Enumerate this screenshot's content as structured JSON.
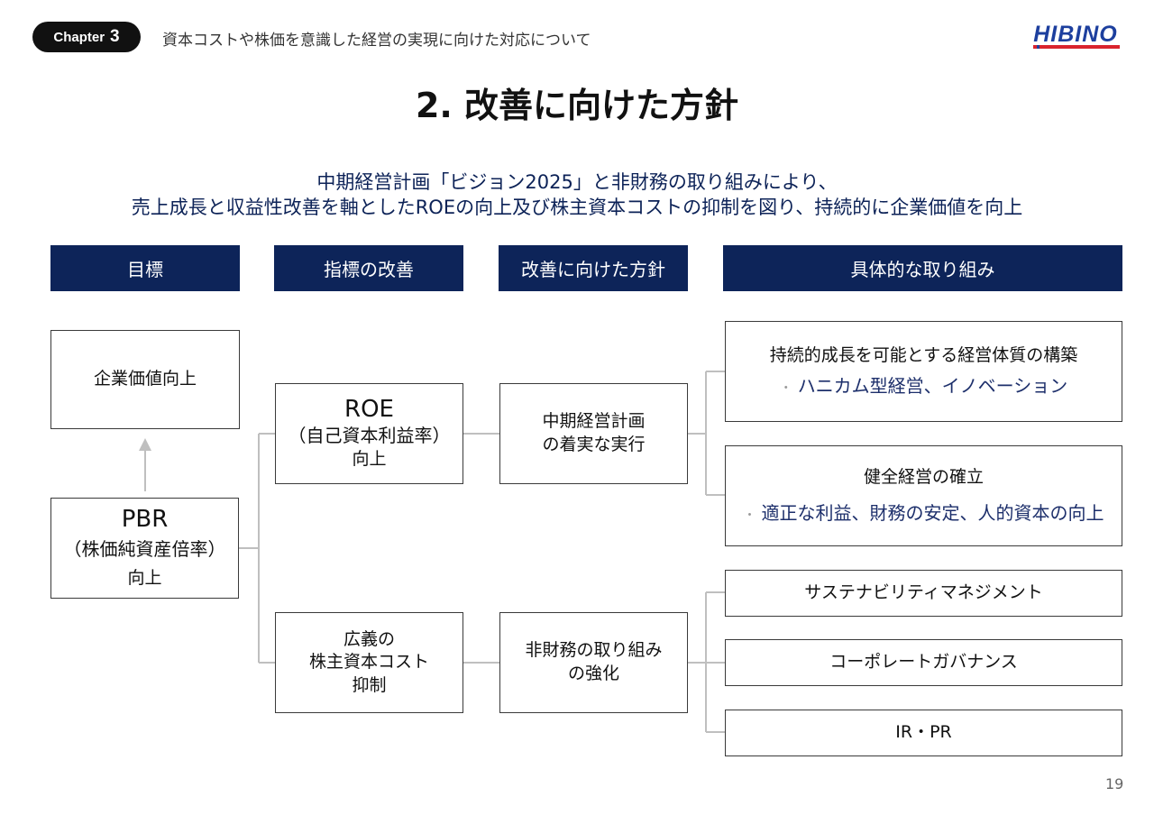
{
  "header": {
    "chapter_label": "Chapter",
    "chapter_number": "3",
    "chapter_title": "資本コストや株価を意識した経営の実現に向けた対応について",
    "logo_text": "HIBINO",
    "logo_color": "#1d3f9e",
    "logo_accent_color": "#d9232d"
  },
  "title": "2.  改善に向けた方針",
  "lead": {
    "line1": "中期経営計画「ビジョン2025」と非財務の取り組みにより、",
    "line2": "売上成長と収益性改善を軸としたROEの向上及び株主資本コストの抑制を図り、持続的に企業価値を向上"
  },
  "columns": {
    "goal": "目標",
    "indicator": "指標の改善",
    "policy": "改善に向けた方針",
    "initiatives": "具体的な取り組み"
  },
  "goal": {
    "top": "企業価値向上",
    "pbr_main": "PBR",
    "pbr_sub": "（株価純資産倍率）",
    "pbr_end": "向上"
  },
  "indicators": {
    "roe_main": "ROE",
    "roe_sub": "（自己資本利益率）",
    "roe_end": "向上",
    "cost_line1": "広義の",
    "cost_line2": "株主資本コスト",
    "cost_line3": "抑制"
  },
  "policies": {
    "plan_line1": "中期経営計画",
    "plan_line2": "の着実な実行",
    "nonfin_line1": "非財務の取り組み",
    "nonfin_line2": "の強化"
  },
  "initiatives": {
    "i1_title": "持続的成長を可能とする経営体質の構築",
    "i1_bullet": "ハニカム型経営、イノベーション",
    "i2_title": "健全経営の確立",
    "i2_bullet": "適正な利益、財務の安定、人的資本の向上",
    "i3": "サステナビリティマネジメント",
    "i4": "コーポレートガバナンス",
    "i5": "IR・PR"
  },
  "colors": {
    "navy": "#0d2459",
    "lead_text": "#0c2257",
    "connector": "#bfbfbf"
  },
  "page_number": "19"
}
